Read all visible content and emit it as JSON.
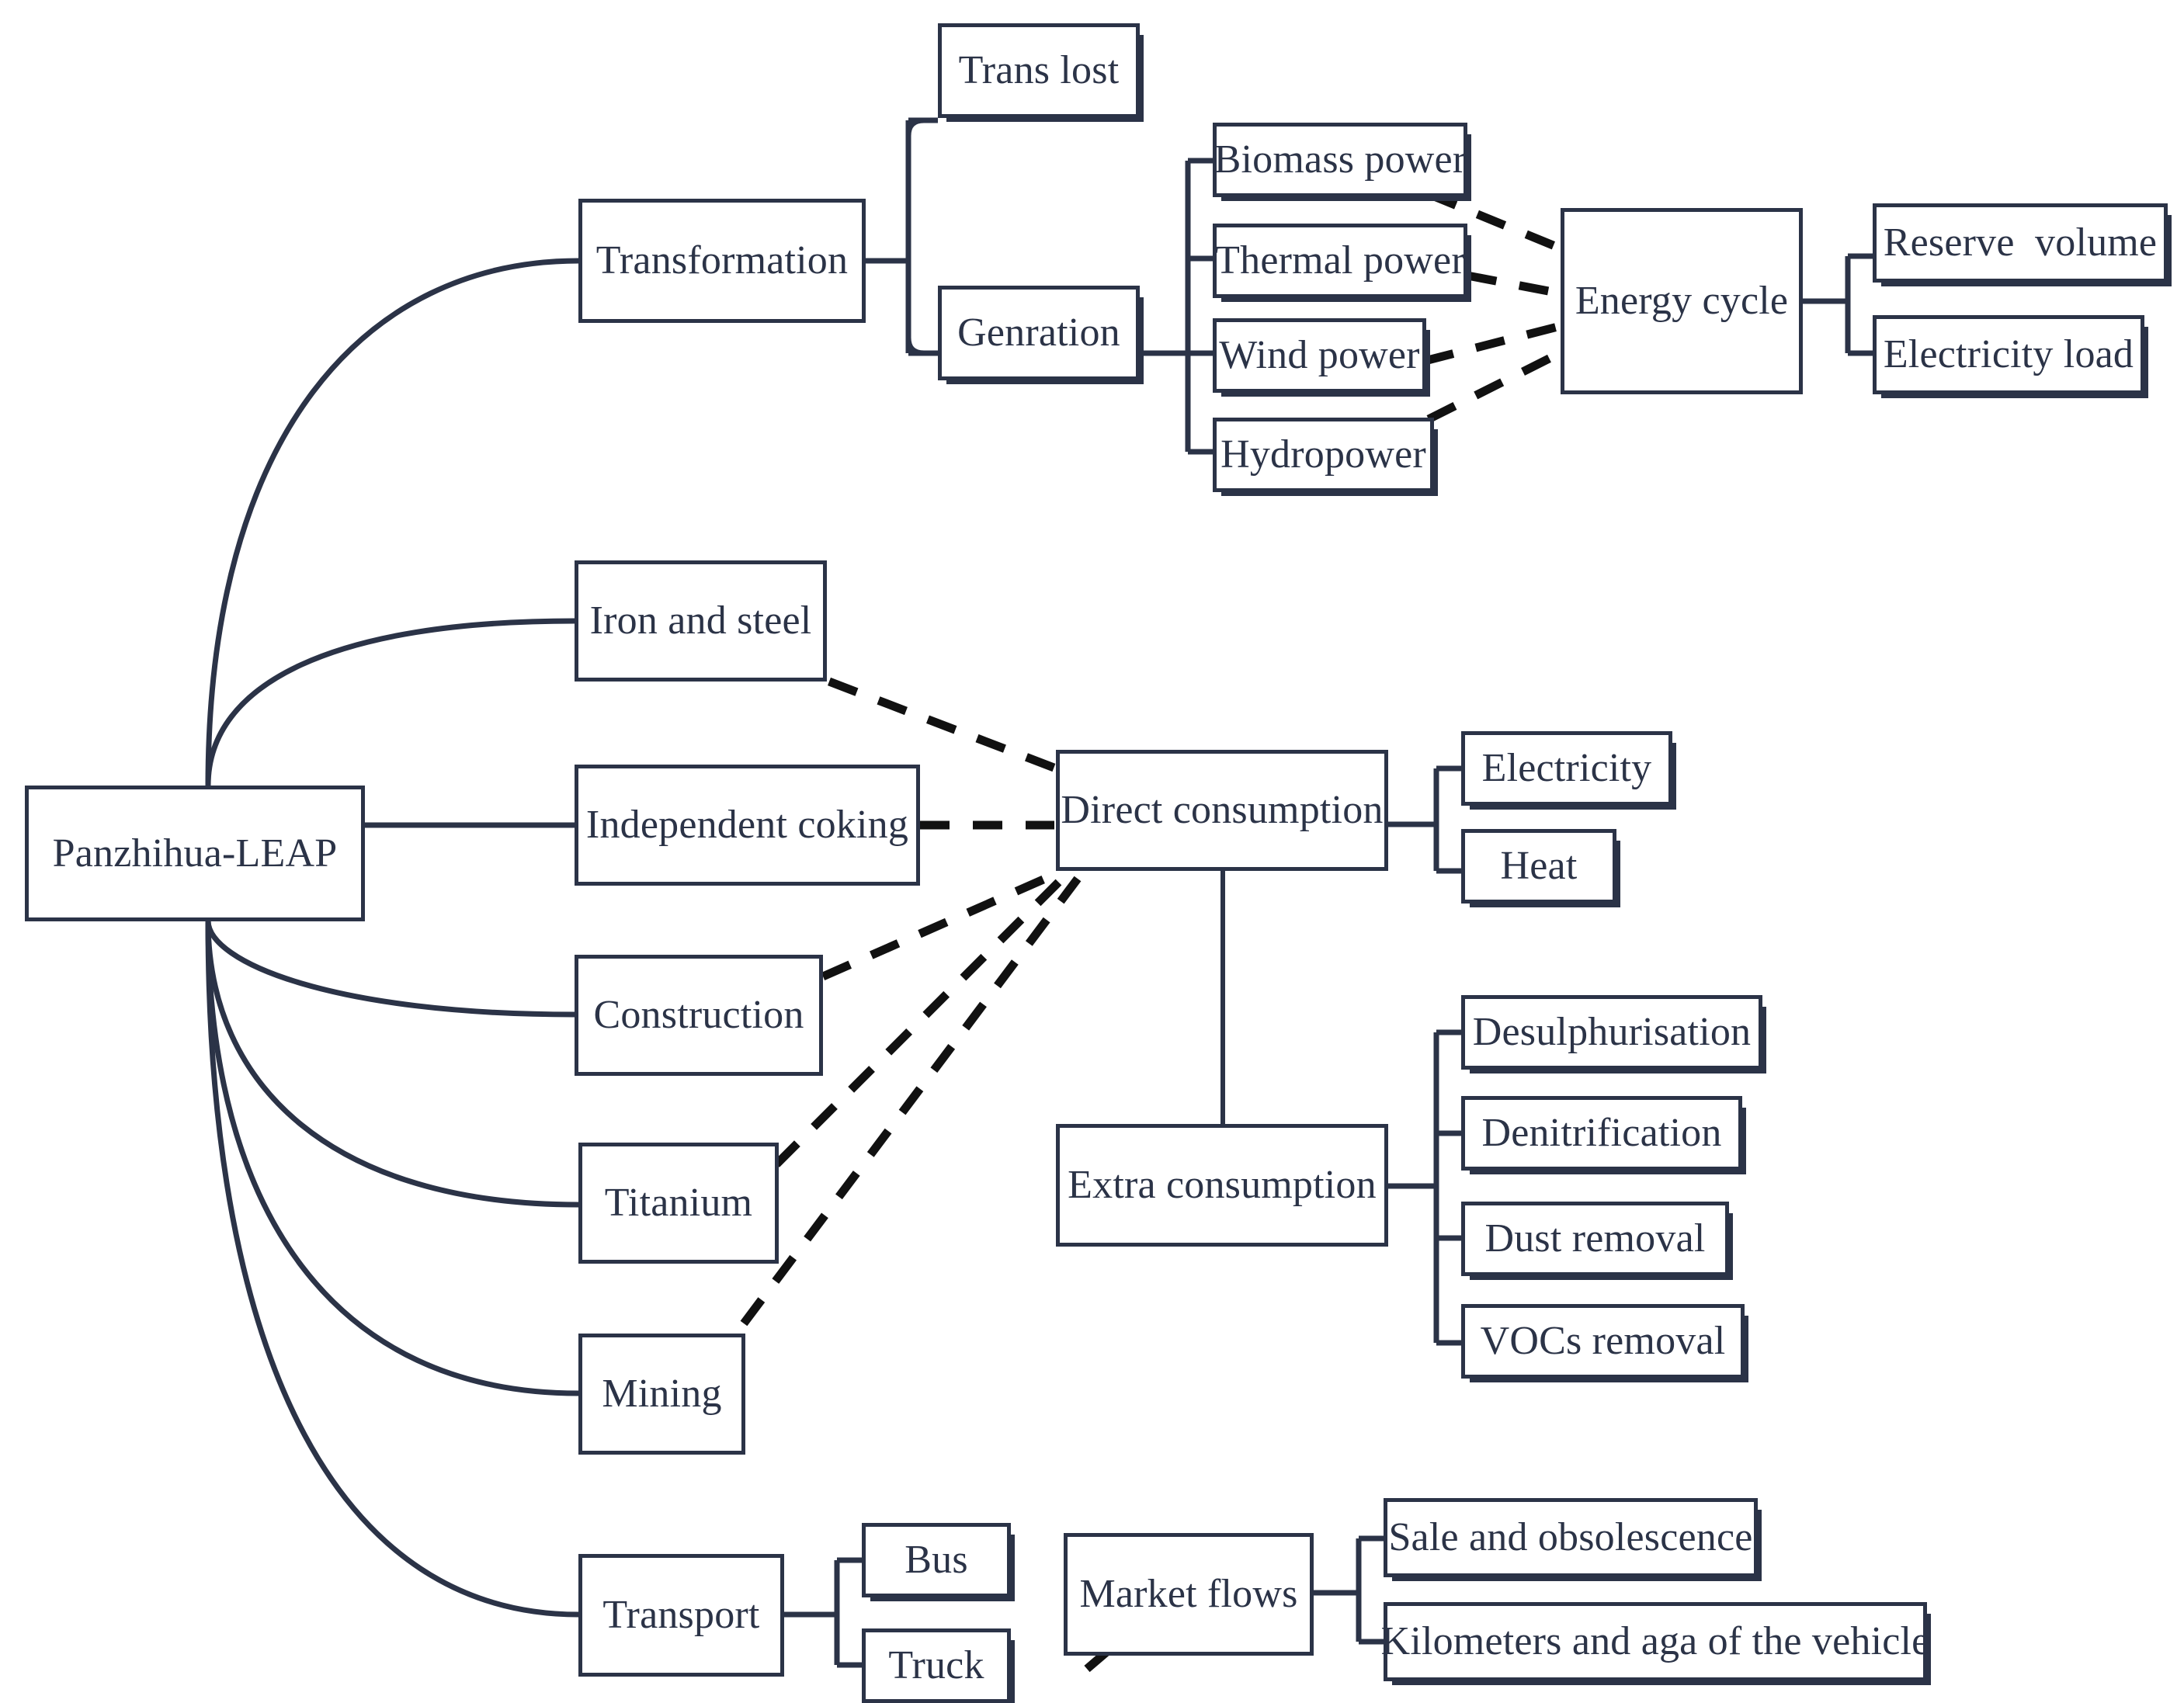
{
  "diagram": {
    "title": "Panzhihua-LEAP model structure",
    "type": "tree-flow-diagram",
    "colors": {
      "stroke": "#2b3347",
      "background": "#ffffff",
      "text": "#2b3347"
    },
    "nodes": {
      "root": "Panzhihua-LEAP",
      "transformation": "Transformation",
      "trans_lost": "Trans lost",
      "genration": "Genration",
      "biomass_power": "Biomass power",
      "thermal_power": "Thermal power",
      "wind_power": "Wind power",
      "hydropower": "Hydropower",
      "energy_cycle": "Energy cycle",
      "reserve_volume": "Reserve  volume",
      "electricity_load": "Electricity load",
      "iron_and_steel": "Iron and steel",
      "independent_coking": "Independent coking",
      "construction": "Construction",
      "titanium": "Titanium",
      "mining": "Mining",
      "direct_consumption": "Direct consumption",
      "electricity": "Electricity",
      "heat": "Heat",
      "extra_consumption": "Extra consumption",
      "desulphurisation": "Desulphurisation",
      "denitrification": "Denitrification",
      "dust_removal": "Dust removal",
      "vocs_removal": "VOCs removal",
      "transport": "Transport",
      "bus": "Bus",
      "truck": "Truck",
      "market_flows": "Market flows",
      "sale_and_obsolescence": "Sale and obsolescence",
      "kilometers_and_age": "Kilometers and aga of the vehicle"
    },
    "edges": [
      {
        "from": "root",
        "to": "transformation",
        "style": "curved-solid"
      },
      {
        "from": "root",
        "to": "iron_and_steel",
        "style": "curved-solid"
      },
      {
        "from": "root",
        "to": "independent_coking",
        "style": "solid"
      },
      {
        "from": "root",
        "to": "construction",
        "style": "curved-solid"
      },
      {
        "from": "root",
        "to": "titanium",
        "style": "curved-solid"
      },
      {
        "from": "root",
        "to": "mining",
        "style": "curved-solid"
      },
      {
        "from": "root",
        "to": "transport",
        "style": "curved-solid"
      },
      {
        "from": "transformation",
        "to": "trans_lost",
        "style": "orthogonal-solid"
      },
      {
        "from": "transformation",
        "to": "genration",
        "style": "orthogonal-solid"
      },
      {
        "from": "genration",
        "to": "biomass_power",
        "style": "orthogonal-solid"
      },
      {
        "from": "genration",
        "to": "thermal_power",
        "style": "orthogonal-solid"
      },
      {
        "from": "genration",
        "to": "wind_power",
        "style": "orthogonal-solid"
      },
      {
        "from": "genration",
        "to": "hydropower",
        "style": "orthogonal-solid"
      },
      {
        "from": "biomass_power",
        "to": "energy_cycle",
        "style": "dashed"
      },
      {
        "from": "thermal_power",
        "to": "energy_cycle",
        "style": "dashed"
      },
      {
        "from": "wind_power",
        "to": "energy_cycle",
        "style": "dashed"
      },
      {
        "from": "hydropower",
        "to": "energy_cycle",
        "style": "dashed"
      },
      {
        "from": "energy_cycle",
        "to": "reserve_volume",
        "style": "orthogonal-solid"
      },
      {
        "from": "energy_cycle",
        "to": "electricity_load",
        "style": "orthogonal-solid"
      },
      {
        "from": "iron_and_steel",
        "to": "direct_consumption",
        "style": "dashed"
      },
      {
        "from": "independent_coking",
        "to": "direct_consumption",
        "style": "dashed"
      },
      {
        "from": "construction",
        "to": "direct_consumption",
        "style": "dashed"
      },
      {
        "from": "titanium",
        "to": "direct_consumption",
        "style": "dashed"
      },
      {
        "from": "mining",
        "to": "direct_consumption",
        "style": "dashed"
      },
      {
        "from": "direct_consumption",
        "to": "electricity",
        "style": "orthogonal-solid"
      },
      {
        "from": "direct_consumption",
        "to": "heat",
        "style": "orthogonal-solid"
      },
      {
        "from": "direct_consumption",
        "to": "extra_consumption",
        "style": "solid"
      },
      {
        "from": "extra_consumption",
        "to": "desulphurisation",
        "style": "orthogonal-solid"
      },
      {
        "from": "extra_consumption",
        "to": "denitrification",
        "style": "orthogonal-solid"
      },
      {
        "from": "extra_consumption",
        "to": "dust_removal",
        "style": "orthogonal-solid"
      },
      {
        "from": "extra_consumption",
        "to": "vocs_removal",
        "style": "orthogonal-solid"
      },
      {
        "from": "transport",
        "to": "bus",
        "style": "orthogonal-solid"
      },
      {
        "from": "transport",
        "to": "truck",
        "style": "orthogonal-solid"
      },
      {
        "from": "bus",
        "to": "market_flows",
        "style": "dashed"
      },
      {
        "from": "truck",
        "to": "market_flows",
        "style": "dashed"
      },
      {
        "from": "market_flows",
        "to": "sale_and_obsolescence",
        "style": "orthogonal-solid"
      },
      {
        "from": "market_flows",
        "to": "kilometers_and_age",
        "style": "orthogonal-solid"
      }
    ]
  }
}
